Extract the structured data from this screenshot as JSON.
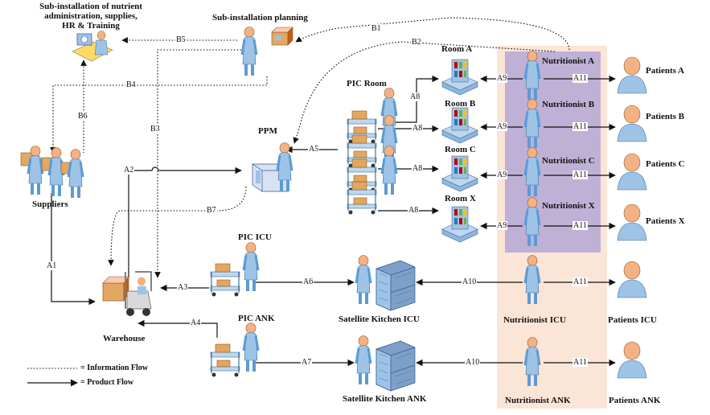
{
  "nodes": {
    "sub_admin": "Sub-installation of nutrient\nadministration, supplies,\nHR & Training",
    "sub_planning": "Sub-installation planning",
    "suppliers": "Suppliers",
    "warehouse": "Warehouse",
    "ppm": "PPM",
    "pic_room": "PIC Room",
    "pic_icu": "PIC ICU",
    "pic_ank": "PIC ANK",
    "room_a": "Room A",
    "room_b": "Room B",
    "room_c": "Room C",
    "room_x": "Room X",
    "sk_icu": "Satellite Kitchen ICU",
    "sk_ank": "Satellite Kitchen ANK",
    "nut_a": "Nutritionist A",
    "nut_b": "Nutritionist B",
    "nut_c": "Nutritionist C",
    "nut_x": "Nutritionist X",
    "nut_icu": "Nutritionist ICU",
    "nut_ank": "Nutritionist ANK",
    "pat_a": "Patients A",
    "pat_b": "Patients B",
    "pat_c": "Patients C",
    "pat_x": "Patients X",
    "pat_icu": "Patients ICU",
    "pat_ank": "Patients ANK"
  },
  "edges": {
    "a1": "A1",
    "a2": "A2",
    "a3": "A3",
    "a4": "A4",
    "a5": "A5",
    "a6": "A6",
    "a7": "A7",
    "a8_1": "A8",
    "a8_2": "A8",
    "a8_3": "A8",
    "a8_4": "A8",
    "a9_1": "A9",
    "a9_2": "A9",
    "a9_3": "A9",
    "a9_4": "A9",
    "a10_1": "A10",
    "a10_2": "A10",
    "a11_1": "A11",
    "a11_2": "A11",
    "a11_3": "A11",
    "a11_4": "A11",
    "a11_5": "A11",
    "a11_6": "A11",
    "b1": "B1",
    "b2": "B2",
    "b3": "B3",
    "b4": "B4",
    "b5": "B5",
    "b6": "B6",
    "b7": "B7"
  },
  "legend": {
    "information_flow": "= Information Flow",
    "product_flow": "= Product Flow"
  },
  "colors": {
    "nutritionist_region": "#fbe5d6",
    "ward_region": "#b4a7d6",
    "person_skin": "#f4b183",
    "person_body": "#9dc3e6",
    "person_body_dark": "#5b9bd5",
    "box": "#e2a760",
    "cart": "#8fb4de",
    "fridge": "#7e9fc8"
  }
}
